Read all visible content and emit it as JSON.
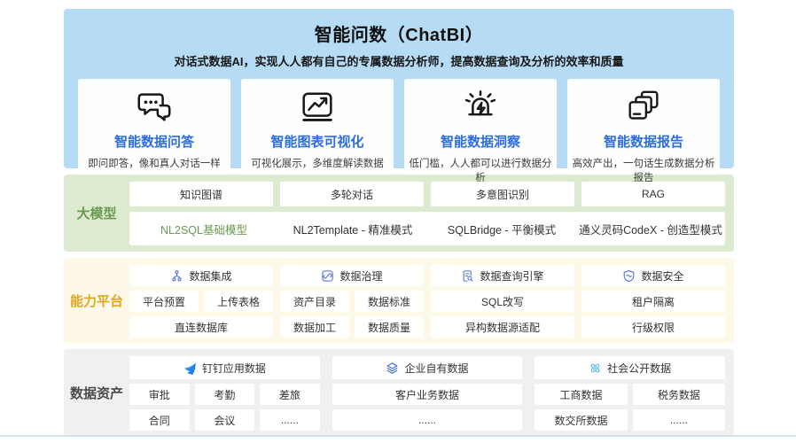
{
  "colors": {
    "blue_band": "#b5dbf5",
    "feature_title_blue": "#2e6ce0",
    "green_band": "#dcebd0",
    "green_accent": "#6a9a50",
    "yellow_band": "#fdf8e7",
    "gold_accent": "#dfa71d",
    "gray_band": "#f0f0f1",
    "box_white": "#ffffff",
    "icon_blue": "#4e6fd8",
    "dingtalk_blue": "#1e7bf2",
    "atom_cyan": "#4db3ea",
    "text": "#333333"
  },
  "header": {
    "title": "智能问数（ChatBI）",
    "subtitle": "对话式数据AI，实现人人都有自己的专属数据分析师，提高数据查询及分析的效率和质量"
  },
  "features": [
    {
      "icon": "chat-bubbles-icon",
      "title": "智能数据问答",
      "desc": "即问即答，像和真人对话一样"
    },
    {
      "icon": "trend-chart-icon",
      "title": "智能图表可视化",
      "desc": "可视化展示，多维度解读数据"
    },
    {
      "icon": "siren-icon",
      "title": "智能数据洞察",
      "desc": "低门槛，人人都可以进行数据分析"
    },
    {
      "icon": "report-stack-icon",
      "title": "智能数据报告",
      "desc": "高效产出，一句话生成数据分析报告"
    }
  ],
  "model": {
    "label": "大模型",
    "capabilities": [
      "知识图谱",
      "多轮对话",
      "多意图识别",
      "RAG"
    ],
    "modes": [
      "NL2SQL基础模型",
      "NL2Template - 精准模式",
      "SQLBridge - 平衡模式",
      "通义灵码CodeX - 创造型模式"
    ]
  },
  "platform": {
    "label": "能力平台",
    "pillars": [
      {
        "icon": "branch-icon",
        "label": "数据集成"
      },
      {
        "icon": "link-box-icon",
        "label": "数据治理"
      },
      {
        "icon": "doc-search-icon",
        "label": "数据查询引擎"
      },
      {
        "icon": "shield-wave-icon",
        "label": "数据安全"
      }
    ],
    "row2": [
      [
        "平台预置",
        "上传表格"
      ],
      [
        "资产目录",
        "数据标准"
      ],
      [
        "SQL改写"
      ],
      [
        "租户隔离"
      ]
    ],
    "row3": [
      [
        "直连数据库"
      ],
      [
        "数据加工",
        "数据质量"
      ],
      [
        "异构数据源适配"
      ],
      [
        "行级权限"
      ]
    ]
  },
  "assets": {
    "label": "数据资产",
    "groups": [
      {
        "icon": "dingtalk-icon",
        "title": "钉钉应用数据",
        "rows": [
          [
            "审批",
            "考勤",
            "差旅"
          ],
          [
            "合同",
            "会议",
            "......"
          ]
        ]
      },
      {
        "icon": "layers-icon",
        "title": "企业自有数据",
        "rows": [
          [
            "客户业务数据"
          ],
          [
            "......"
          ]
        ]
      },
      {
        "icon": "atom-icon",
        "title": "社会公开数据",
        "rows": [
          [
            "工商数据",
            "税务数据"
          ],
          [
            "数交所数据",
            "......"
          ]
        ]
      }
    ]
  }
}
